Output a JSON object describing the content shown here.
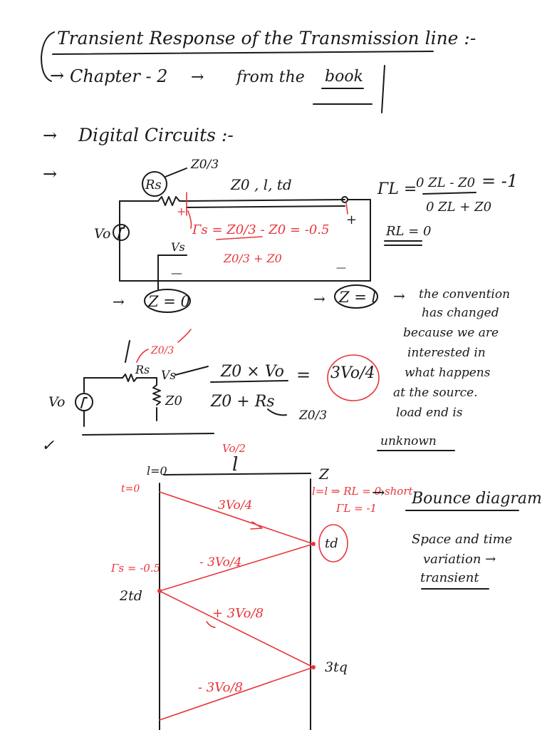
{
  "title": "Transient Response of the Transmission line :-",
  "chapter": {
    "label": "Chapter - 2",
    "arrow": "→",
    "from_text": "from the",
    "book": "book"
  },
  "digital": {
    "arrow": "→",
    "label": "Digital Circuits :-"
  },
  "circuit1": {
    "arrow": "→",
    "z0_over3": "Z0/3",
    "rs": "Rs",
    "line_params": "Z0 , l, td",
    "vo": "Vo",
    "vs": "Vs",
    "plus1": "+",
    "plus2": "+",
    "minus1": "—",
    "minus2": "—",
    "gamma_s": "Γs = Z0/3 - Z0 = -0.5",
    "gamma_s_den": "Z0/3 + Z0",
    "gamma_l": "ΓL =",
    "gamma_l_num": "0 ZL - Z0",
    "gamma_l_den": "0 ZL + Z0",
    "gamma_l_val": "= -1",
    "rl_zero": "RL = 0",
    "z_zero": "Z = 0",
    "z_l": "Z = l",
    "z_zero_arrow": "→",
    "z_l_arrow": "→",
    "note_arrow": "→"
  },
  "note": [
    "the convention",
    "has changed",
    "because we are",
    "interested in",
    "what happens",
    "at the source.",
    "load end is",
    "unknown"
  ],
  "circuit2": {
    "z0_over3": "Z0/3",
    "rs": "Rs",
    "vs": "Vs",
    "vo": "Vo",
    "z0": "Z0",
    "num": "Z0 × Vo",
    "eq": "=",
    "den": "Z0 + Rs",
    "den_sub": "Z0/3",
    "result": "3Vo/4",
    "check": "✓"
  },
  "bounce": {
    "top_label": "Vo/2",
    "length": "l",
    "l0": "l=0",
    "t0": "t=0",
    "z": "Z",
    "ll": "l=l ⇒ RL = 0 short",
    "gamma_l": "ΓL = -1",
    "gamma_s": "Γs = -0.5",
    "td": "td",
    "t2": "2td",
    "t3": "3tq",
    "w1": "3Vo/4",
    "w2": "- 3Vo/4",
    "w3": "+ 3Vo/8",
    "w4": "- 3Vo/8",
    "arrow": "→",
    "heading": "Bounce diagram",
    "desc": [
      "Space and time",
      "variation →",
      "transient"
    ]
  }
}
